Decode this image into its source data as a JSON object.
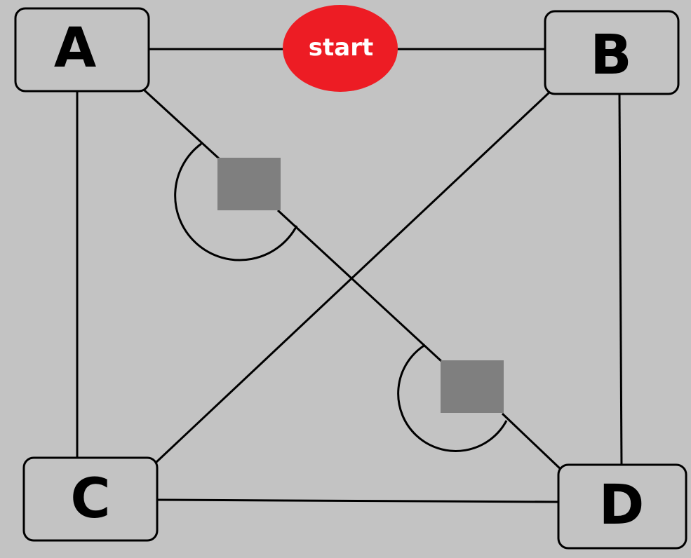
{
  "diagram": {
    "start_label": "start",
    "nodes": {
      "a": "A",
      "b": "B",
      "c": "C",
      "d": "D"
    },
    "colors": {
      "background": "#c3c3c3",
      "start_fill": "#ed1c24",
      "start_text": "#ffffff",
      "blocker_fill": "#7f7f7f",
      "line": "#000000"
    }
  }
}
